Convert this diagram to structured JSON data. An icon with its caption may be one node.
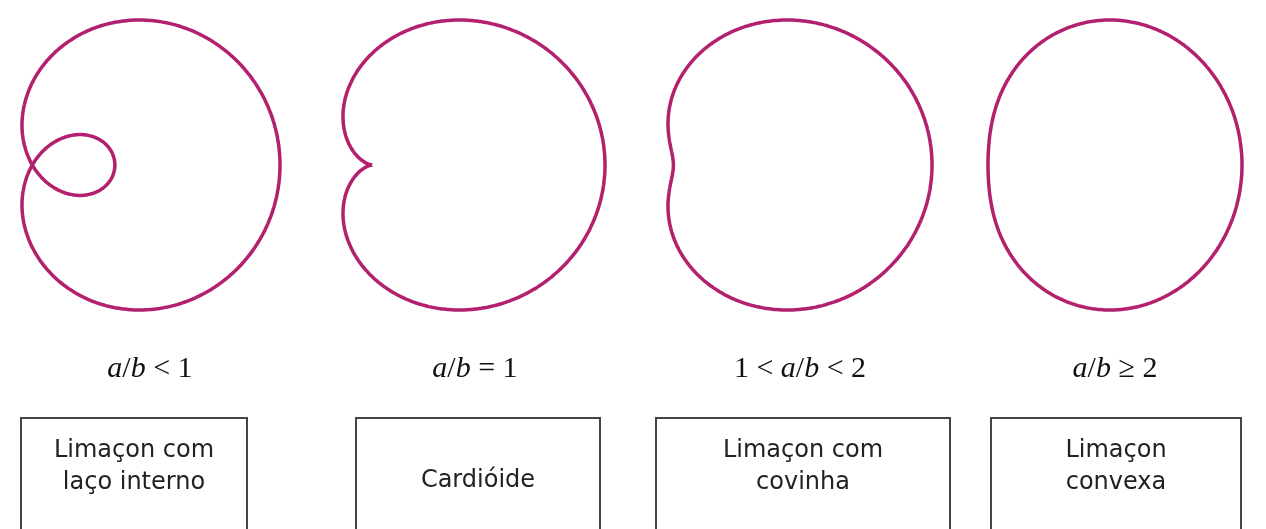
{
  "diagram": {
    "nodes": [
      {
        "text": [
          "Limaçon com laço interno"
        ]
      },
      {
        "text": [
          "Cardióide"
        ]
      },
      {
        "text": [
          "Limaçon com covinha"
        ]
      },
      {
        "text": [
          "Limaçon convexa"
        ]
      }
    ],
    "labels": [
      "*a*/*b* < 1",
      "*a*/*b* = 1",
      "1 < *a*/*b* < 2",
      "*a*/*b* ≥ 2"
    ]
  }
}
